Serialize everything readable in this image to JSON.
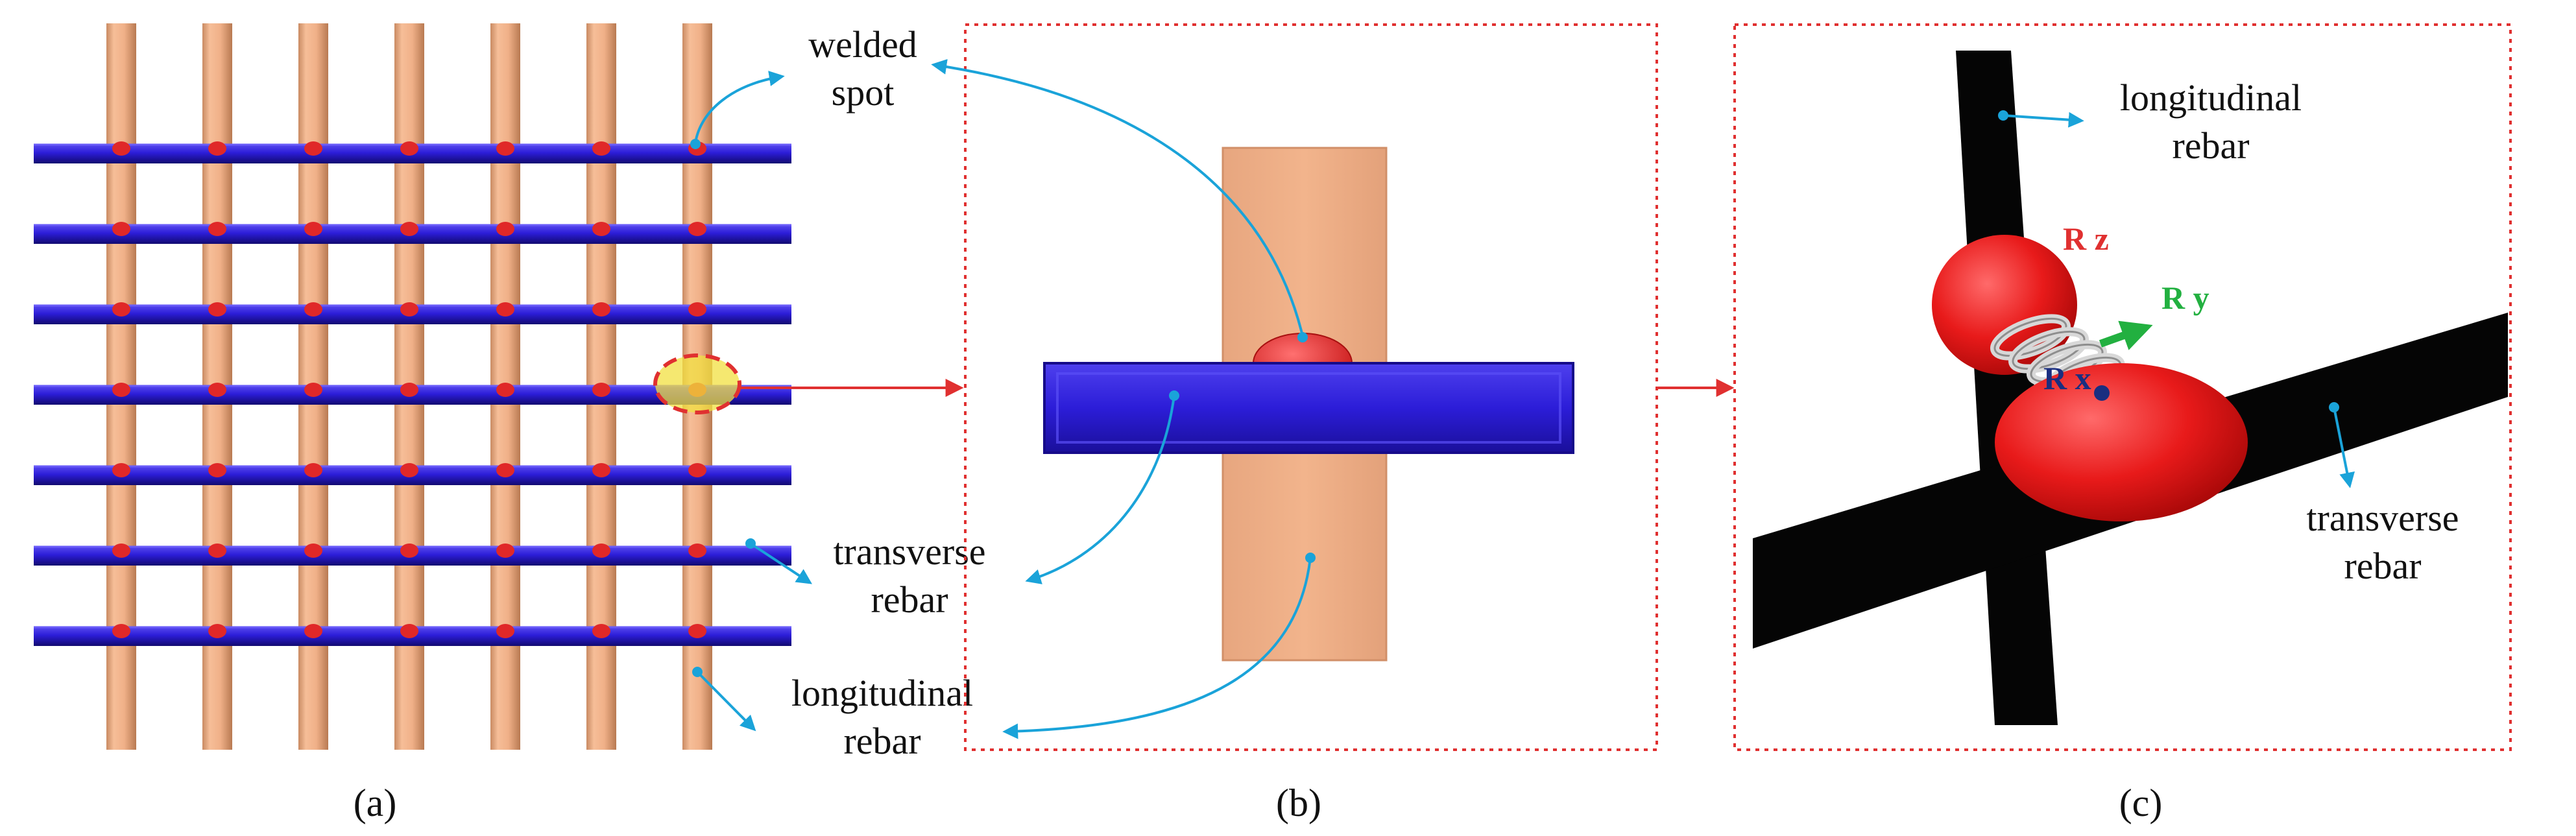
{
  "panels": {
    "a": {
      "caption": "(a)",
      "labels": {
        "welded": [
          "welded",
          "spot"
        ],
        "transverse": [
          "transverse",
          "rebar"
        ],
        "longitudinal": [
          "longitudinal",
          "rebar"
        ]
      }
    },
    "b": {
      "caption": "(b)"
    },
    "c": {
      "caption": "(c)",
      "labels": {
        "longitudinal": [
          "longitudinal",
          "rebar"
        ],
        "transverse": [
          "transverse",
          "rebar"
        ]
      },
      "axes": {
        "rz": "R z",
        "ry": "R y",
        "rx": "R x"
      }
    }
  },
  "colors": {
    "longitudinal_bar": "#F0B088",
    "transverse_bar": "#2C1DD8",
    "weld_spot": "#E02828",
    "leader": "#1AA3D9",
    "frame": "#E03030",
    "highlight": "#F2E040",
    "rebar_black": "#050505",
    "axis_rz": "#E03030",
    "axis_ry": "#22B040",
    "axis_rx": "#1A2E80"
  },
  "grid": {
    "longitudinal_bars": 7,
    "transverse_bars": 7
  }
}
